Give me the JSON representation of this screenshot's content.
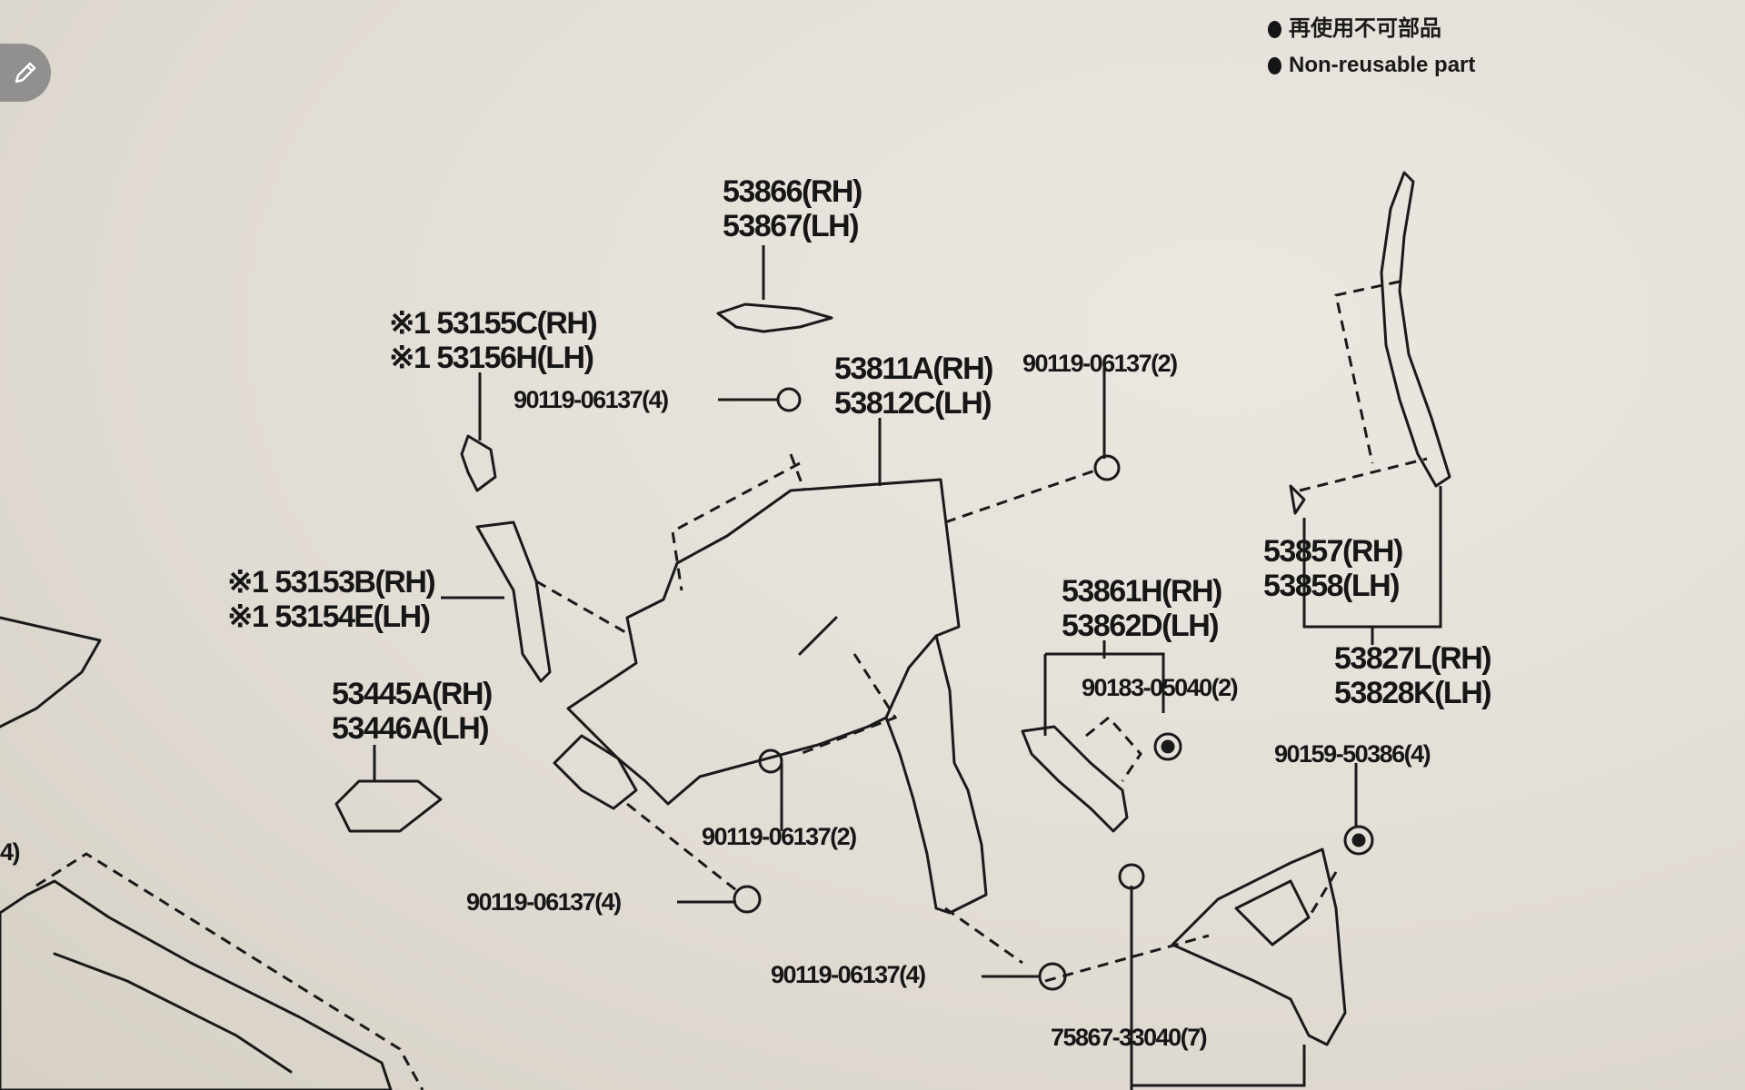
{
  "legend": {
    "line1": "再使用不可部品",
    "line2": "Non-reusable part"
  },
  "labels": {
    "l1": [
      "53866(RH)",
      "53867(LH)"
    ],
    "l2": [
      "※1 53155C(RH)",
      "※1 53156H(LH)"
    ],
    "l3": [
      "90119-06137(4)"
    ],
    "l4": [
      "53811A(RH)",
      "53812C(LH)"
    ],
    "l5": [
      "90119-06137(2)"
    ],
    "l6": [
      "※1 53153B(RH)",
      "※1 53154E(LH)"
    ],
    "l7": [
      "53445A(RH)",
      "53446A(LH)"
    ],
    "l8": [
      "53861H(RH)",
      "53862D(LH)"
    ],
    "l9": [
      "90183-05040(2)"
    ],
    "l10": [
      "53857(RH)",
      "53858(LH)"
    ],
    "l11": [
      "53827L(RH)",
      "53828K(LH)"
    ],
    "l12": [
      "90159-50386(4)"
    ],
    "l13": [
      "90119-06137(2)"
    ],
    "l14": [
      "90119-06137(4)"
    ],
    "l15": [
      "90119-06137(4)"
    ],
    "l16": [
      "75867-33040(7)"
    ],
    "l17": [
      "4)"
    ]
  },
  "icons": {
    "edit": "pencil-icon"
  }
}
